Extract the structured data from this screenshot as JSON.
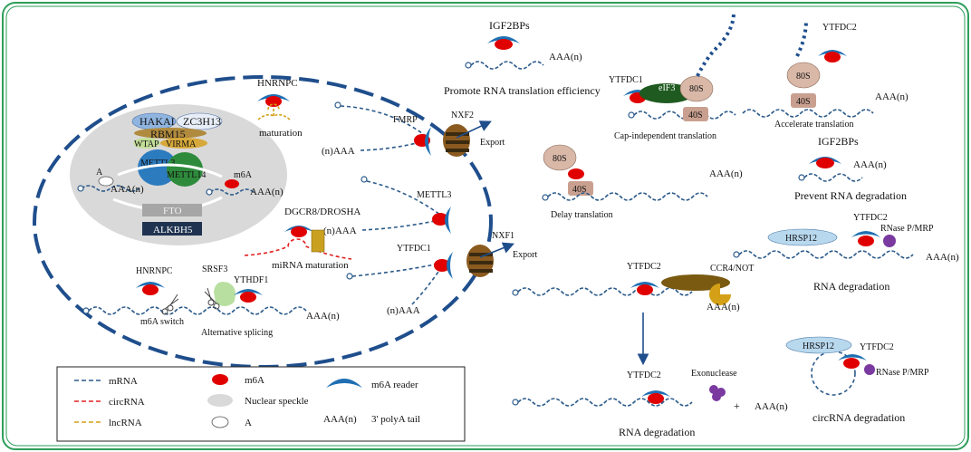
{
  "colors": {
    "frame": "#2e9e5a",
    "membrane": "#1f4e8c",
    "mrna": "#2b5a8a",
    "circrna": "#e02020",
    "lncrna": "#d4a017",
    "m6a": "#e00000",
    "reader": "#1f6fb2",
    "speckle": "#d9d9d9",
    "purple": "#7a3aa0",
    "ribosome": "#d9b8a8"
  },
  "nucleus": {
    "speckle": {
      "writers": [
        "HAKAI",
        "ZC3H13",
        "RBM15",
        "WTAP",
        "VIRMA",
        "METTL3",
        "METTL14"
      ],
      "erasers": [
        "FTO",
        "ALKBH5"
      ],
      "a_label": "A",
      "m6a_label": "m6A",
      "polya_left": "AAA(n)",
      "polya_right": "AAA(n)"
    },
    "hnrnpc_top": "HNRNPC",
    "maturation": "maturation",
    "fmrp": "FMRP",
    "polya_fmrp": "(n)AAA",
    "mettl3": "METTL3",
    "polya_mettl3": "(n)AAA",
    "dgcr8": "DGCR8/DROSHA",
    "mirna": "miRNA maturation",
    "ytfdc1": "YTFDC1",
    "polya_ytfdc1": "(n)AAA",
    "hnrnpc_bottom": "HNRNPC",
    "srsf3": "SRSF3",
    "ythdf1": "YTHDF1",
    "m6a_switch": "m6A switch",
    "alt_splicing": "Alternative  splicing",
    "polya_splicing": "AAA(n)"
  },
  "pores": {
    "nxf2": "NXF2",
    "nxf1": "NXF1",
    "export1": "Export",
    "export2": "Export"
  },
  "cytoplasm": {
    "igf2bps_top": "IGF2BPs",
    "polya_igf": "AAA(n)",
    "promote": "Promote RNA translation efficiency",
    "ytfdc1": "YTFDC1",
    "eif3": "eIF3",
    "r80s_a": "80S",
    "r40s_a": "40S",
    "cap_indep": "Cap-independent translation",
    "ytfdc2_acc": "YTFDC2",
    "r80s_b": "80S",
    "r40s_b": "40S",
    "accelerate": "Accelerate translation",
    "polya_acc": "AAA(n)",
    "r80s_c": "80S",
    "r40s_c": "40S",
    "polya_delay": "AAA(n)",
    "delay": "Delay translation",
    "igf2bps_mid": "IGF2BPs",
    "polya_prevent": "AAA(n)",
    "prevent": "Prevent RNA degradation",
    "hrsp12_a": "HRSP12",
    "ytfdc2_a": "YTFDC2",
    "rnase_a": "RNase P/MRP",
    "polya_hrsp": "AAA(n)",
    "rna_deg_a": "RNA degradation",
    "ytfdc2_ccr4": "YTFDC2",
    "ccr4": "CCR4/NOT",
    "polya_ccr4": "AAA(n)",
    "ytfdc2_exo": "YTFDC2",
    "exonuclease": "Exonuclease",
    "plus": "+",
    "polya_exo": "AAA(n)",
    "rna_deg_b": "RNA degradation",
    "hrsp12_b": "HRSP12",
    "ytfdc2_b": "YTFDC2",
    "rnase_b": "RNase P/MRP",
    "circ_deg": "circRNA degradation"
  },
  "legend": {
    "mrna": "mRNA",
    "circrna": "circRNA",
    "lncrna": "lncRNA",
    "m6a": "m6A",
    "speckle": "Nuclear speckle",
    "a": "A",
    "reader": "m6A reader",
    "polya_symbol": "AAA(n)",
    "polya_tail": "3' polyA tail"
  }
}
